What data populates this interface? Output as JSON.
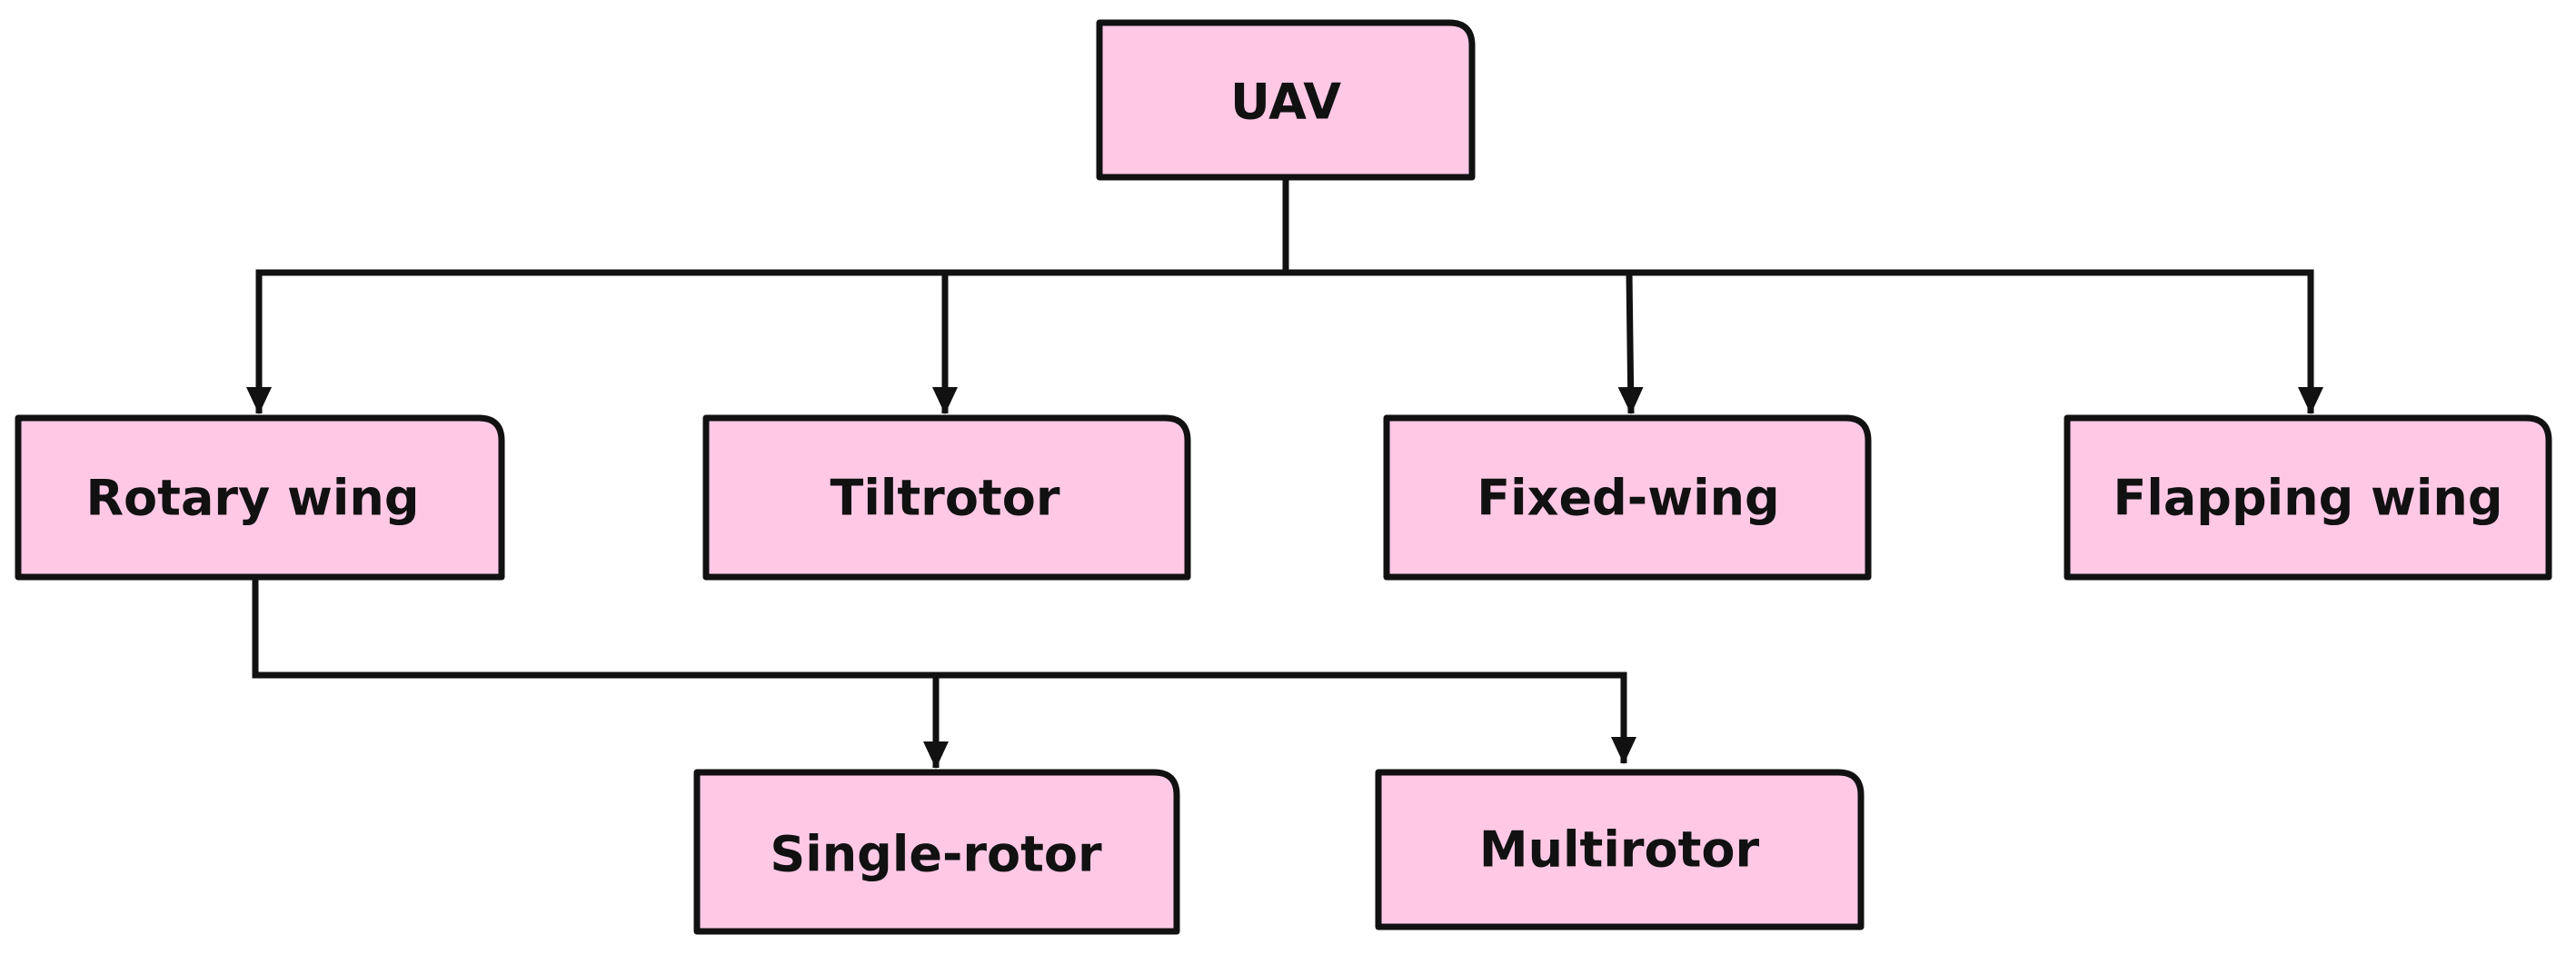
{
  "diagram": {
    "type": "hierarchy-tree",
    "colors": {
      "node_fill": "#ffc9e6",
      "node_border": "#111111",
      "connector": "#111111",
      "text": "#111111"
    },
    "nodes": {
      "uav": {
        "label": "UAV"
      },
      "rotary_wing": {
        "label": "Rotary wing"
      },
      "tiltrotor": {
        "label": "Tiltrotor"
      },
      "fixed_wing": {
        "label": "Fixed-wing"
      },
      "flapping_wing": {
        "label": "Flapping wing"
      },
      "single_rotor": {
        "label": "Single-rotor"
      },
      "multirotor": {
        "label": "Multirotor"
      }
    },
    "edges": [
      {
        "from": "uav",
        "to": "rotary_wing"
      },
      {
        "from": "uav",
        "to": "tiltrotor"
      },
      {
        "from": "uav",
        "to": "fixed_wing"
      },
      {
        "from": "uav",
        "to": "flapping_wing"
      },
      {
        "from": "rotary_wing",
        "to": "single_rotor"
      },
      {
        "from": "rotary_wing",
        "to": "multirotor"
      }
    ]
  }
}
